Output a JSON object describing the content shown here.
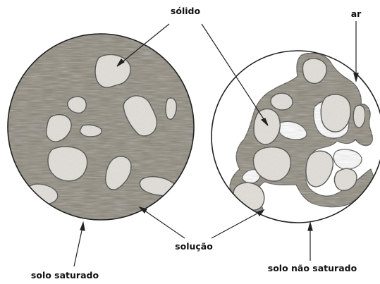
{
  "labels": {
    "solid": "sólido",
    "air": "ar",
    "solution": "solução",
    "saturated": "solo saturado",
    "unsaturated": "solo não saturado"
  },
  "colors": {
    "solution_fill": "#8b8677",
    "solution_edge": "#3c3a34",
    "grain_fill": "#e4e1da",
    "outline": "#222222",
    "background": "#ffffff"
  }
}
